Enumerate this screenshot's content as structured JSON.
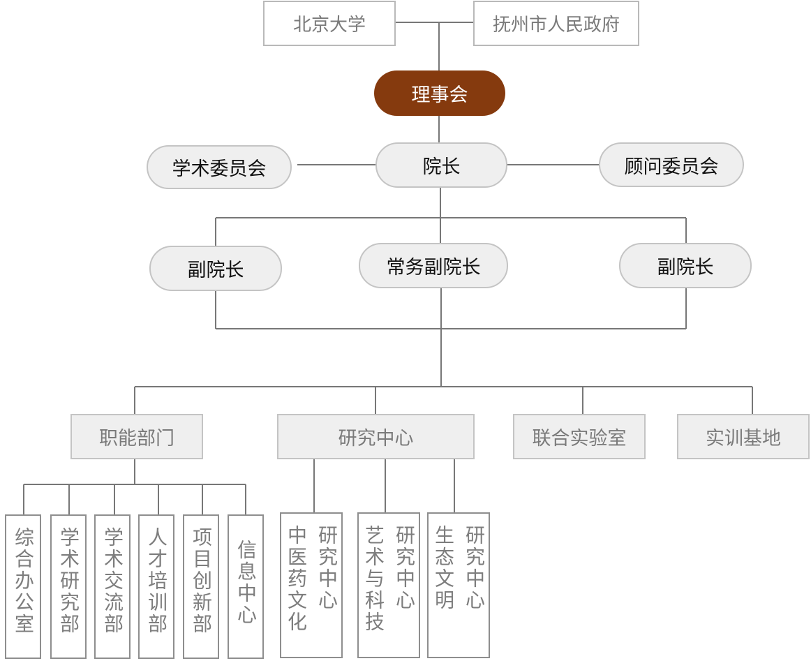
{
  "founders": {
    "left": "北京大学",
    "right": "抚州市人民政府"
  },
  "board": "理事会",
  "president": "院长",
  "committees": {
    "academic": "学术委员会",
    "advisory": "顾问委员会"
  },
  "vice_presidents": {
    "left": "副院长",
    "executive": "常务副院长",
    "right": "副院长"
  },
  "departments": {
    "functional": "职能部门",
    "research": "研究中心",
    "joint_lab": "联合实验室",
    "training_base": "实训基地"
  },
  "functional_units": [
    "综合办公室",
    "学术研究部",
    "学术交流部",
    "人才培训部",
    "项目创新部",
    "信息中心"
  ],
  "research_centers": [
    {
      "name": "中医药文化",
      "suffix": "研究中心"
    },
    {
      "name": "艺术与科技",
      "suffix": "研究中心"
    },
    {
      "name": "生态文明",
      "suffix": "研究中心"
    }
  ]
}
